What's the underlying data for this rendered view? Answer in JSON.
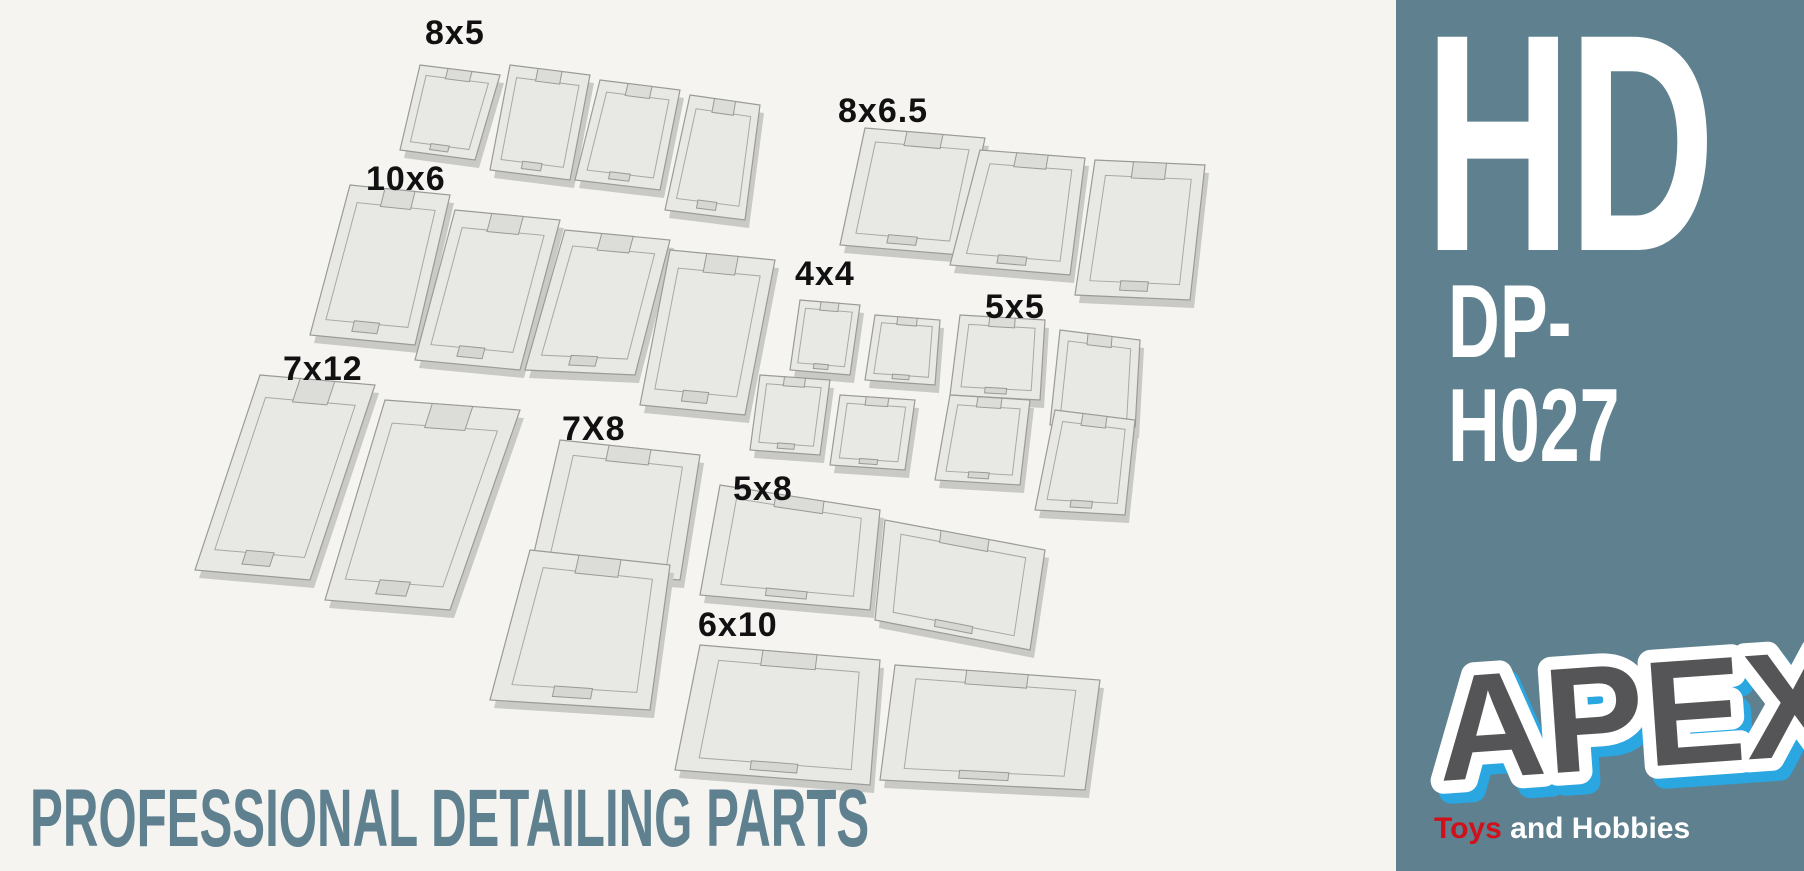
{
  "product": {
    "headline": "HD",
    "code": "DP-H027",
    "tagline": "PROFESSIONAL DETAILING PARTS"
  },
  "brand": {
    "logo_text": "APEX",
    "sub_red": "Toys",
    "sub_white": "and Hobbies",
    "colors": {
      "panel": "#5f808f",
      "logo_fill": "#555558",
      "logo_outline": "#ffffff",
      "logo_shadow": "#2aa6e0",
      "red": "#d0101a"
    }
  },
  "part_groups": [
    {
      "label": "8x5",
      "count": 4
    },
    {
      "label": "8x6.5",
      "count": 3
    },
    {
      "label": "10x6",
      "count": 4
    },
    {
      "label": "4x4",
      "count": 4
    },
    {
      "label": "5x5",
      "count": 4
    },
    {
      "label": "7x12",
      "count": 2
    },
    {
      "label": "7X8",
      "count": 2
    },
    {
      "label": "5x8",
      "count": 2
    },
    {
      "label": "6x10",
      "count": 2
    }
  ]
}
